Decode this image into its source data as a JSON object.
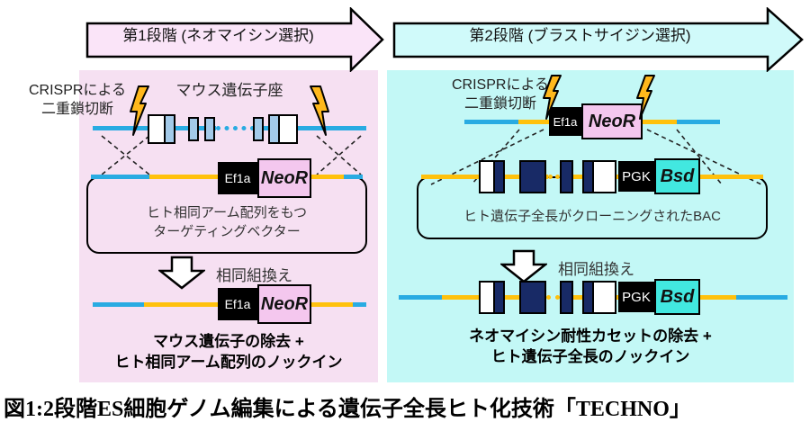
{
  "steps": [
    {
      "label": "第1段階 (ネオマイシン選択)"
    },
    {
      "label": "第2段階 (ブラストサイジン選択)"
    }
  ],
  "left_panel": {
    "crispr_label_1": "CRISPRによる",
    "crispr_label_2": "二重鎖切断",
    "locus_title": "マウス遺伝子座",
    "cassette": {
      "promoter": "Ef1a",
      "gene": "NeoR"
    },
    "vector_caption_1": "ヒト相同アーム配列をもつ",
    "vector_caption_2": "ターゲティングベクター",
    "recombination_label": "相同組換え",
    "result_line_1": "マウス遺伝子の除去 +",
    "result_line_2": "ヒト相同アーム配列のノックイン"
  },
  "right_panel": {
    "crispr_label_1": "CRISPRによる",
    "crispr_label_2": "二重鎖切断",
    "genome_cassette": {
      "promoter": "Ef1a",
      "gene": "NeoR"
    },
    "bac_cassette": {
      "promoter": "PGK",
      "gene": "Bsd"
    },
    "bac_caption": "ヒト遺伝子全長がクローニングされたBAC",
    "recombination_label": "相同組換え",
    "result_line_1": "ネオマイシン耐性カセットの除去 +",
    "result_line_2": "ヒト遺伝子全長のノックイン"
  },
  "caption": "図1:2段階ES細胞ゲノム編集による遺伝子全長ヒト化技術「TECHNO」",
  "icons": [
    "step-arrow-right",
    "lightning-bolt-icon",
    "down-arrow-icon"
  ],
  "colors": {
    "pink_panel": "#F6E0F2",
    "pink_arrow": "#FAE4F8",
    "cyan_panel": "#C3F8F6",
    "cyan_arrow": "#D0FAFA",
    "dna_blue": "#29ABE2",
    "dna_yellow": "#FFC10D",
    "exon_lightblue": "#A3CAE9",
    "exon_navy": "#182A66",
    "neor_pink": "#F4C7EE",
    "bsd_cyan": "#42E8E0",
    "bolt_yellow": "#FFB81C"
  }
}
